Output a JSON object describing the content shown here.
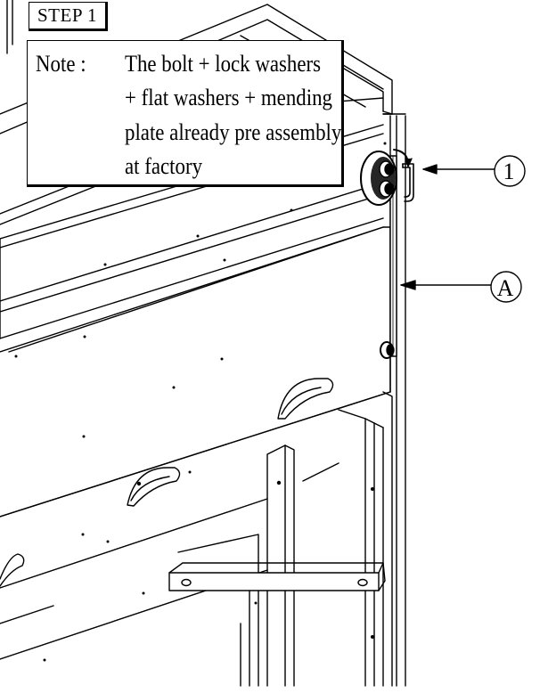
{
  "step": {
    "label": "STEP 1"
  },
  "note": {
    "prefix": "Note :",
    "lines": [
      "The bolt + lock washers",
      "+ flat washers + mending",
      "plate already pre assembly",
      "at factory"
    ]
  },
  "callouts": [
    {
      "id": "1",
      "label": "1",
      "points_to": "hex-key-wrench"
    },
    {
      "id": "A",
      "label": "A",
      "points_to": "mending-plate"
    }
  ],
  "colors": {
    "line": "#000000",
    "background": "#ffffff"
  }
}
